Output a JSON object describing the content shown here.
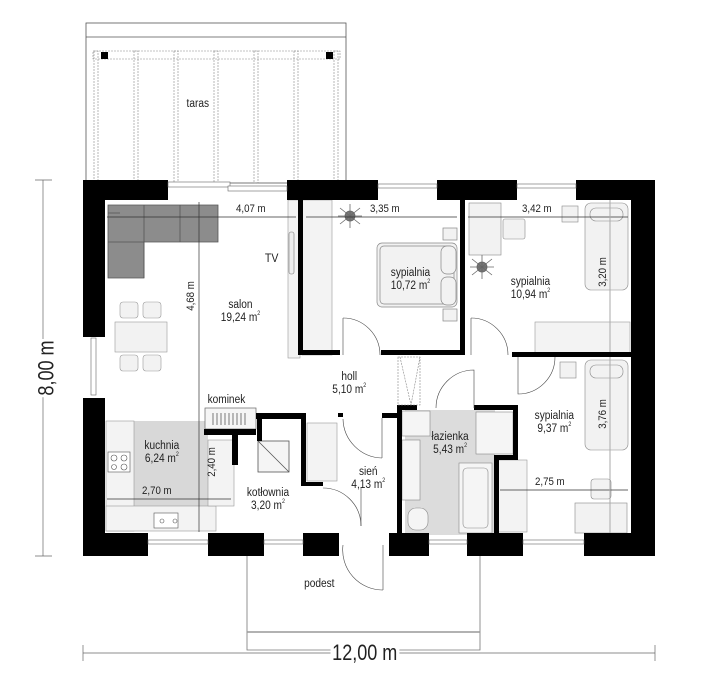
{
  "plan": {
    "overall_width_label": "12,00 m",
    "overall_depth_label": "8,00 m",
    "wall_color": "#000000",
    "furniture_fill": "#f2f2f2",
    "highlight_fill": "#d8d8d8",
    "sofa_fill": "#8c8c8c"
  },
  "rooms": [
    {
      "id": "taras",
      "name": "taras",
      "area": ""
    },
    {
      "id": "salon",
      "name": "salon",
      "area": "19,24 m",
      "unit_sup": "2"
    },
    {
      "id": "sypialnia1",
      "name": "sypialnia",
      "area": "10,72 m",
      "unit_sup": "2"
    },
    {
      "id": "sypialnia2",
      "name": "sypialnia",
      "area": "10,94 m",
      "unit_sup": "2"
    },
    {
      "id": "holl",
      "name": "holl",
      "area": "5,10 m",
      "unit_sup": "2"
    },
    {
      "id": "kuchnia",
      "name": "kuchnia",
      "area": "6,24 m",
      "unit_sup": "2"
    },
    {
      "id": "lazienka",
      "name": "łazienka",
      "area": "5,43 m",
      "unit_sup": "2"
    },
    {
      "id": "sypialnia3",
      "name": "sypialnia",
      "area": "9,37 m",
      "unit_sup": "2"
    },
    {
      "id": "sien",
      "name": "sień",
      "area": "4,13 m",
      "unit_sup": "2"
    },
    {
      "id": "kotlownia",
      "name": "kotłownia",
      "area": "3,20 m",
      "unit_sup": "2"
    },
    {
      "id": "podest",
      "name": "podest",
      "area": ""
    }
  ],
  "labels": {
    "tv": "TV",
    "kominek": "kominek"
  },
  "dimensions": {
    "salon_width": "4,07 m",
    "salon_depth": "4,68 m",
    "sypialnia1_width": "3,35 m",
    "sypialnia2_width": "3,42 m",
    "sypialnia2_depth": "3,20 m",
    "kuchnia_width": "2,70 m",
    "kuchnia_depth": "2,40 m",
    "sypialnia3_width": "2,75 m",
    "sypialnia3_depth": "3,76 m"
  }
}
